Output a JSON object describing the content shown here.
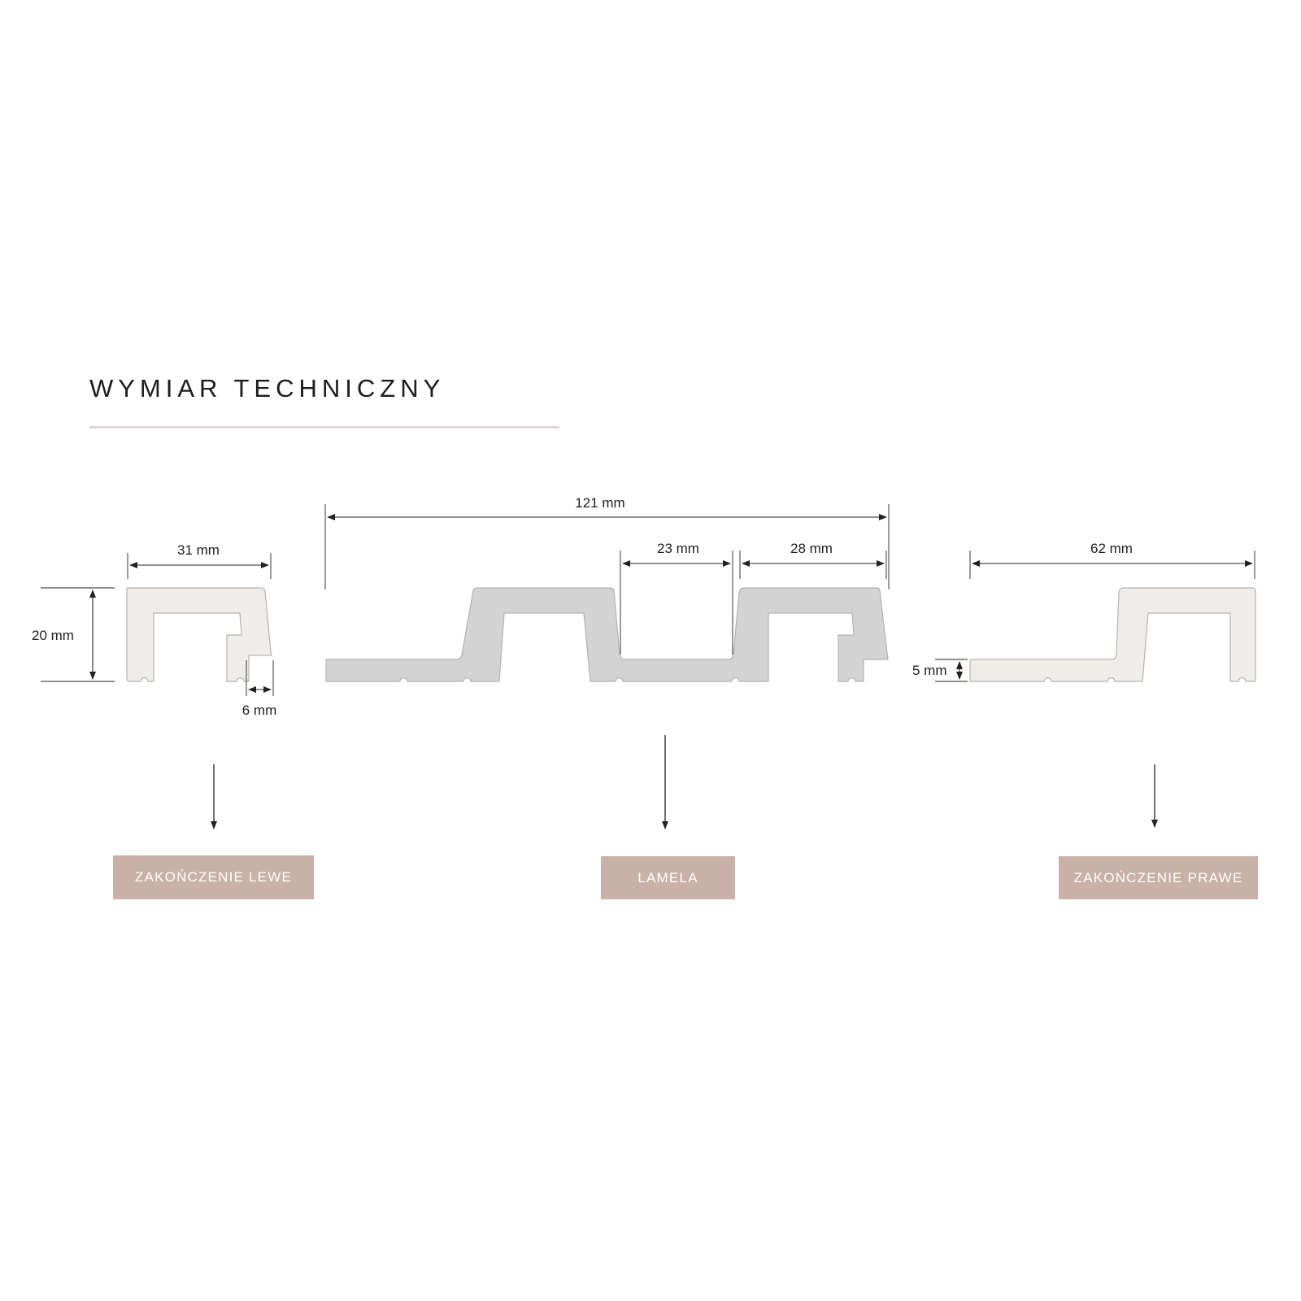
{
  "header": {
    "title": "WYMIAR TECHNICZNY"
  },
  "colors": {
    "title_rule": "#e3d6d6",
    "profile_end_fill": "#f0ecea",
    "profile_lamela_fill": "#d3d3d3",
    "profile_stroke": "#b3b3b3",
    "dimension_line": "#222222",
    "label_background": "#c9b1a8",
    "label_text": "#ffffff"
  },
  "dimensions": {
    "height_left": "20 mm",
    "width_left": "31 mm",
    "notch_left": "6 mm",
    "total_lamela": "121 mm",
    "groove_lamela": "23 mm",
    "top_lamela": "28 mm",
    "width_right": "62 mm",
    "base_right": "5 mm"
  },
  "labels": {
    "left": "ZAKOŃCZENIE LEWE",
    "middle": "LAMELA",
    "right": "ZAKOŃCZENIE PRAWE"
  }
}
